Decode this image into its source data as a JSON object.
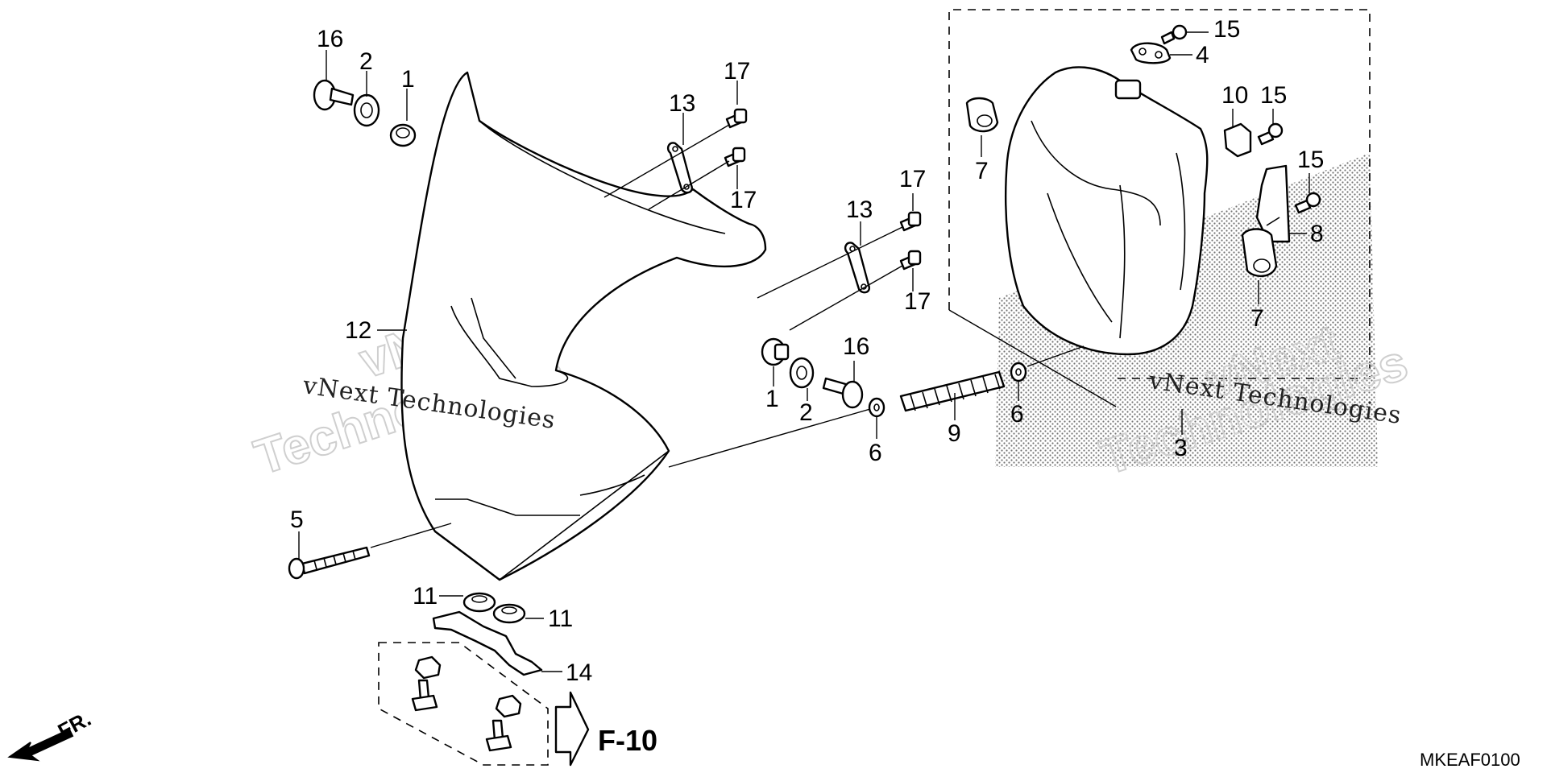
{
  "callouts": {
    "c16a": "16",
    "c2a": "2",
    "c1a": "1",
    "c13a": "13",
    "c17a": "17",
    "c17b": "17",
    "c13b": "13",
    "c17c": "17",
    "c17d": "17",
    "c12": "12",
    "c1b": "1",
    "c2b": "2",
    "c16b": "16",
    "c6a": "6",
    "c9": "9",
    "c6b": "6",
    "c5": "5",
    "c11a": "11",
    "c11b": "11",
    "c14": "14",
    "c15a": "15",
    "c4": "4",
    "c7a": "7",
    "c10": "10",
    "c15b": "15",
    "c15c": "15",
    "c8": "8",
    "c7b": "7",
    "c3": "3"
  },
  "watermarks": {
    "vnext": "vNext",
    "technologies": "Technologies",
    "vnext_technologies": "vNext Technologies"
  },
  "reference": "F-10",
  "direction": "FR.",
  "diagram_code": "MKEAF0100"
}
